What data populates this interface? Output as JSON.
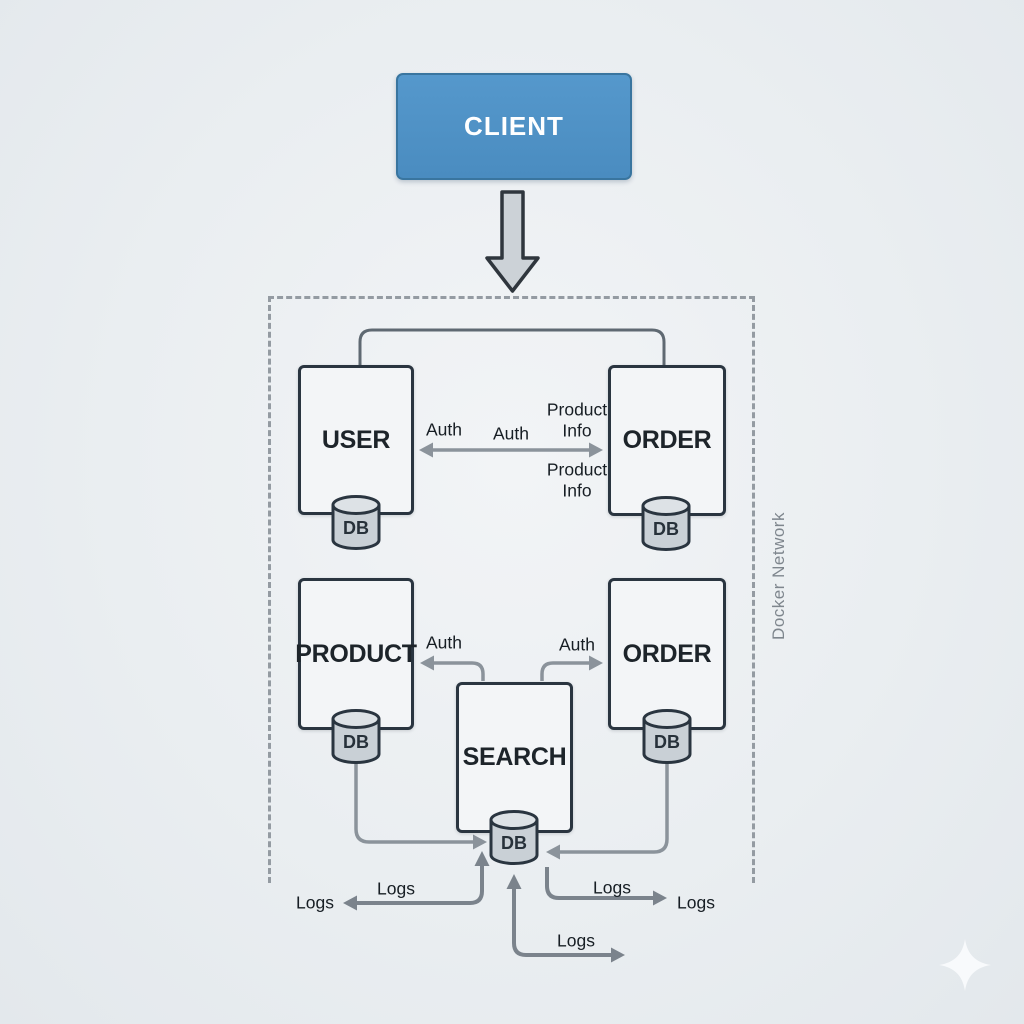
{
  "client": {
    "label": "CLIENT"
  },
  "network": {
    "label": "Docker Network"
  },
  "services": {
    "user": {
      "label": "USER",
      "db_label": "DB"
    },
    "order_top": {
      "label": "ORDER",
      "db_label": "DB"
    },
    "product": {
      "label": "PRODUCT",
      "db_label": "DB"
    },
    "order_bottom": {
      "label": "ORDER",
      "db_label": "DB"
    },
    "search": {
      "label": "SEARCH",
      "db_label": "DB"
    }
  },
  "edge_labels": {
    "auth_user_side": "Auth",
    "auth_mid": "Auth",
    "product_info_top": "Product Info",
    "product_info_bottom": "Product Info",
    "auth_product": "Auth",
    "auth_order": "Auth",
    "logs_left_over": "Logs",
    "logs_left_end": "Logs",
    "logs_right_over": "Logs",
    "logs_right_end": "Logs",
    "logs_bottom": "Logs"
  },
  "colors": {
    "background": "#eaeef1",
    "client_blue": "#4e90c5",
    "client_border": "#39759f",
    "box_fill": "#f3f5f7",
    "box_border": "#2a3540",
    "wire_gray": "#8b939b",
    "logs_wire_gray": "#7b838c",
    "dash_gray": "#949ba2",
    "db_body": "#c9d0d6",
    "db_top": "#dde2e6",
    "text_dark": "#1d242a",
    "network_label_gray": "#7e868d"
  }
}
